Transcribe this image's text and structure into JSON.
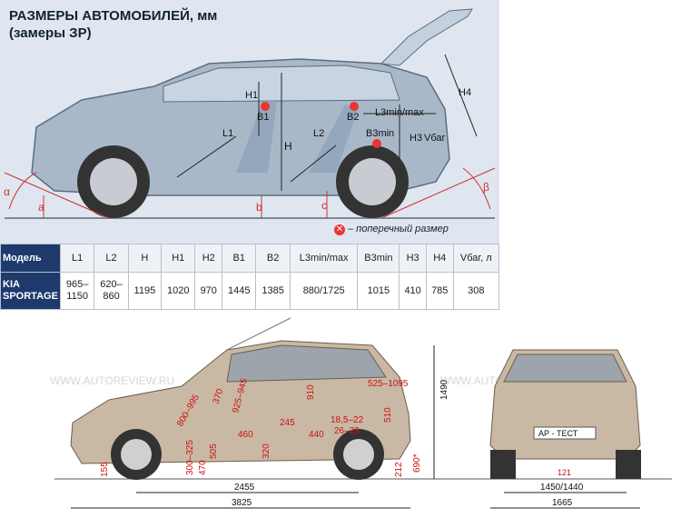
{
  "header": {
    "title_line1": "РАЗМЕРЫ АВТОМОБИЛЕЙ, мм",
    "title_line2": "(замеры ЗР)"
  },
  "legend": {
    "text": "– поперечный размер",
    "icon": "cross-icon"
  },
  "diagram_labels": {
    "a": "a",
    "b": "b",
    "c": "c",
    "alpha": "α",
    "beta": "β",
    "H": "H",
    "H1": "H1",
    "H3": "H3",
    "H4": "H4",
    "L1": "L1",
    "L2": "L2",
    "L3": "L3min/max",
    "B1": "B1",
    "B2": "B2",
    "B3": "B3min",
    "V": "Vбаг"
  },
  "table": {
    "headers": [
      "Модель",
      "L1",
      "L2",
      "H",
      "H1",
      "H2",
      "B1",
      "B2",
      "L3min/max",
      "B3min",
      "H3",
      "H4",
      "Vбаг, л"
    ],
    "rows": [
      {
        "model_line1": "KIA",
        "model_line2": "SPORTAGE",
        "cells": [
          [
            "965–",
            "1150"
          ],
          [
            "620–",
            "860"
          ],
          [
            "1195"
          ],
          [
            "1020"
          ],
          [
            "970"
          ],
          [
            "1445"
          ],
          [
            "1385"
          ],
          [
            "880/1725"
          ],
          [
            "1015"
          ],
          [
            "410"
          ],
          [
            "785"
          ],
          [
            "308"
          ]
        ]
      }
    ]
  },
  "watermark": "WWW.AUTOREVIEW.RU",
  "side_view": {
    "overall_length": "3825",
    "wheelbase": "2455",
    "height": "1490",
    "ground_clearance": "155",
    "rear_overhang_height": "212",
    "rear_height": "690*",
    "seat_dims": [
      "800–995",
      "370",
      "925–945",
      "910",
      "525–1095",
      "460",
      "245",
      "440",
      "320",
      "300–325",
      "470",
      "505",
      "510",
      "18,5–22",
      "26–29"
    ]
  },
  "front_view": {
    "track": "1450/1440",
    "width": "1665",
    "clearance": "121",
    "plate": "АР - ТЕСТ"
  },
  "colors": {
    "accent": "#1e3a6d",
    "red": "#cc1111",
    "panel": "#dfe6ef"
  }
}
